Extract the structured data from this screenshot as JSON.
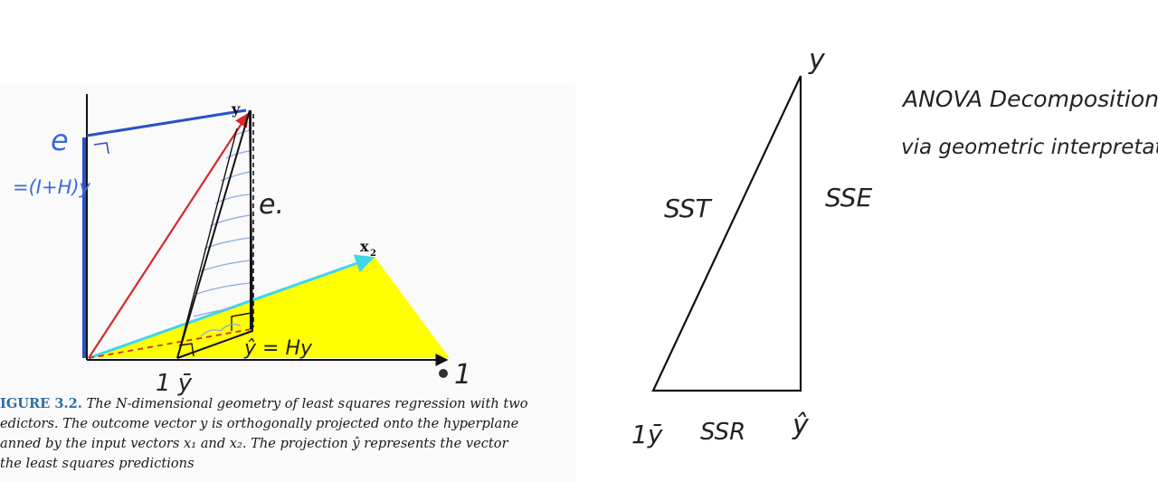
{
  "figure": {
    "label_y": "y",
    "label_x2": "x",
    "label_x2_sub": "2",
    "label_e_left": "e",
    "label_e_left_formula": "=(I+H)y",
    "label_e_right": "e.",
    "label_yhat": "ŷ = Hy",
    "label_one_ybar": "1 ȳ",
    "label_one": "1",
    "caption": {
      "figure_tag": "IGURE 3.2.",
      "line1": "The N-dimensional geometry of least squares regression with two",
      "line2": "edictors. The outcome vector y is orthogonally projected onto the hyperplane",
      "line3": "anned by the input vectors x₁ and x₂. The projection ŷ represents the vector",
      "line4": "the least squares predictions"
    }
  },
  "sketch": {
    "title_line1": "ANOVA Decomposition",
    "title_line2": "via geometric interpretation.",
    "vertex_top": "y",
    "vertex_bottom_left": "1ȳ",
    "vertex_bottom_right": "ŷ",
    "edge_hypotenuse": "SST",
    "edge_vertical": "SSE",
    "edge_bottom": "SSR"
  },
  "colors": {
    "plane": "#ffff00",
    "plane_edge": "#3fd6e8",
    "y_vector": "#d62828",
    "e_vector": "#2a4fc9",
    "hatch": "#8ca8e6",
    "ink": "#111111"
  }
}
